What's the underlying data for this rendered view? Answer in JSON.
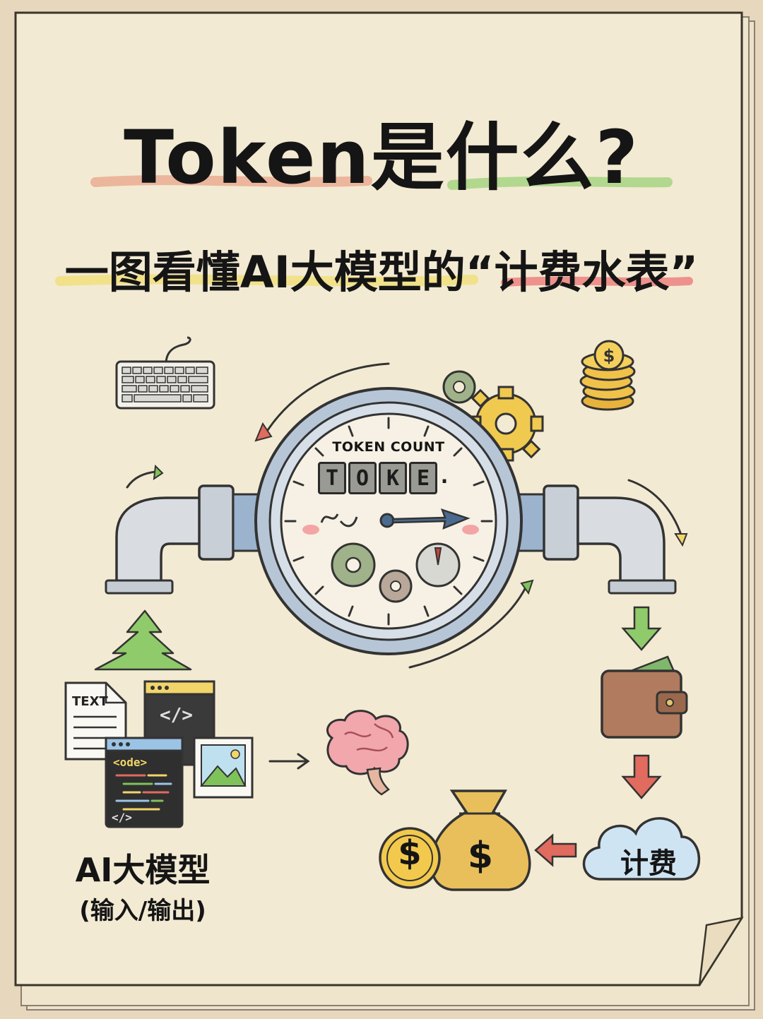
{
  "title": "Token是什么?",
  "subtitle": "一图看懂AI大模型的“计费水表”",
  "gauge": {
    "label": "TOKEN COUNT",
    "digits": [
      "T",
      "O",
      "K",
      "E",
      "."
    ]
  },
  "inputs": {
    "doc_label": "TEXT",
    "code_tag_1": "</>",
    "code_tag_2": "<ode>",
    "code_tag_3": "</>"
  },
  "model": {
    "label": "AI大模型",
    "sublabel": "(输入/输出)"
  },
  "billing": {
    "cloud_label": "计费",
    "coin_symbol": "$",
    "bag_symbol": "$"
  },
  "colors": {
    "paper": "#f3ead3",
    "green": "#7fc25a",
    "red": "#e06b5e",
    "yellow": "#f1d56a",
    "blue_pipe": "#9bb3cc",
    "gold": "#f0c24a"
  }
}
